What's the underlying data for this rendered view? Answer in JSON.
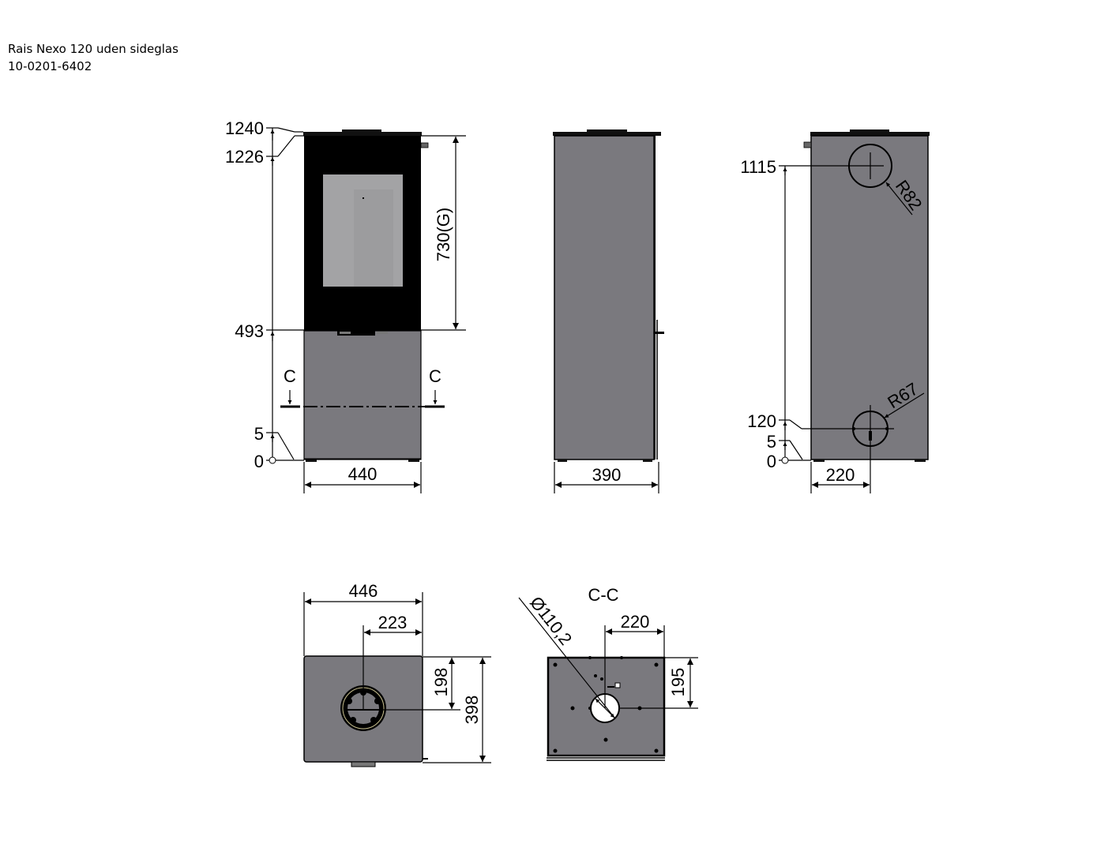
{
  "header": {
    "title": "Rais Nexo 120 uden sideglas",
    "item_number": "10-0201-6402"
  },
  "colors": {
    "body": "#7a797e",
    "door": "#000000",
    "glass": "#a3a3a5",
    "line": "#000000",
    "background": "#ffffff"
  },
  "front_view": {
    "heights": [
      "1240",
      "1226",
      "493",
      "5",
      "0"
    ],
    "glass_height": "730(G)",
    "width": "440",
    "section_marks": [
      "C",
      "C"
    ]
  },
  "side_view": {
    "depth": "390"
  },
  "rear_view": {
    "top_outlet_height": "1115",
    "top_outlet_radius": "R82",
    "bottom_inlet_height": "120",
    "bottom_inlet_radius": "R67",
    "foot_height": "5",
    "zero": "0",
    "inlet_offset": "220"
  },
  "top_view": {
    "width": "446",
    "center_offset": "223",
    "depth_to_center": "198",
    "depth": "398"
  },
  "section_view": {
    "label": "C-C",
    "diameter": "Ø110,2",
    "offset_x": "220",
    "offset_y": "195"
  }
}
